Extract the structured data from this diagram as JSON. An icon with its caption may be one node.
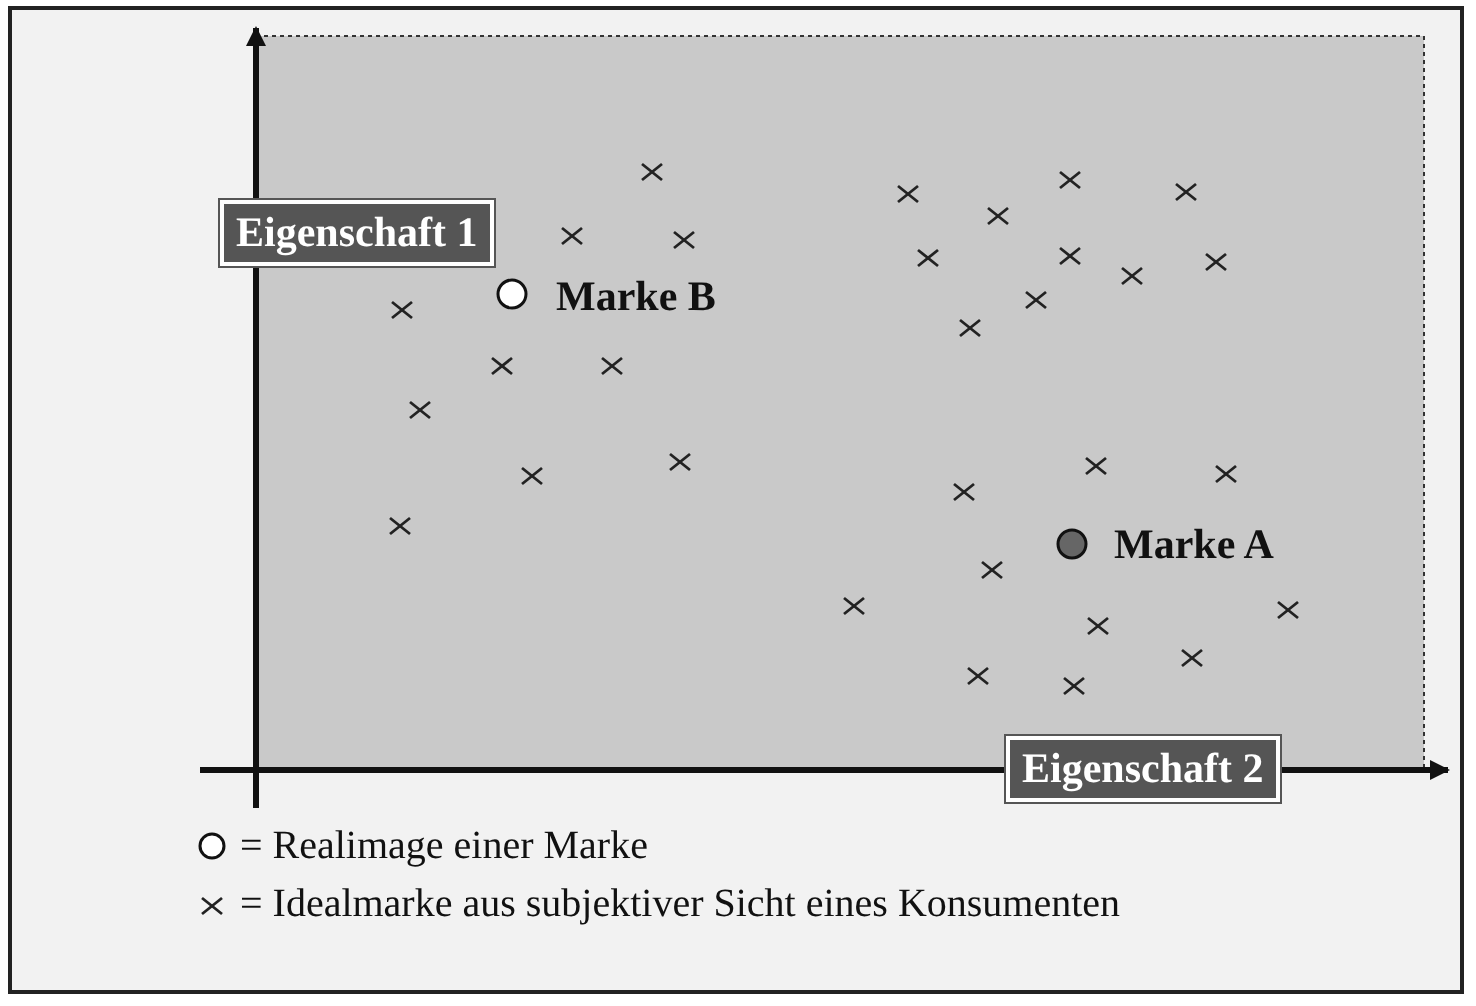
{
  "diagram": {
    "labels": [
      "Eigenschaft 1",
      "Marke B",
      "Marke A",
      "Eigenschaft 2"
    ],
    "legend": [
      {
        "text": "= Realimage einer Marke"
      },
      {
        "text": "= Idealmarke aus subjektiver Sicht eines Konsumenten"
      }
    ]
  }
}
